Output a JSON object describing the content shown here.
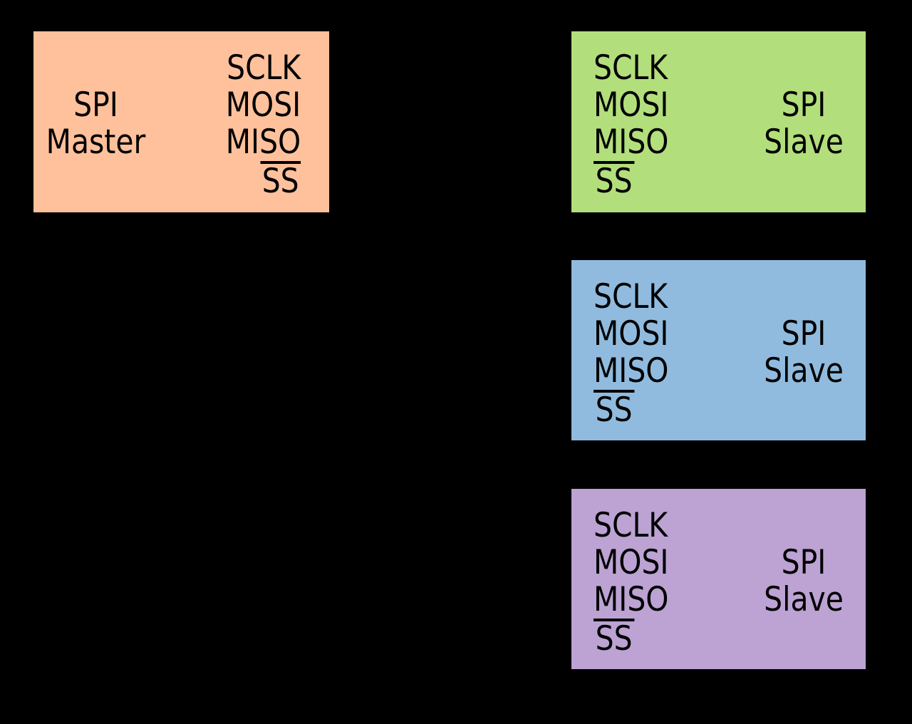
{
  "diagram": {
    "background": "#000000",
    "text_color": "#000000",
    "master": {
      "fill": "#FFC19B",
      "title_line1": "SPI",
      "title_line2": "Master",
      "pins": [
        "SCLK",
        "MOSI",
        "MISO",
        "SS"
      ],
      "overlined_pin": "SS"
    },
    "slaves": [
      {
        "fill": "#B3DE7C",
        "title_line1": "SPI",
        "title_line2": "Slave",
        "pins": [
          "SCLK",
          "MOSI",
          "MISO",
          "SS"
        ],
        "overlined_pin": "SS"
      },
      {
        "fill": "#90BBDE",
        "title_line1": "SPI",
        "title_line2": "Slave",
        "pins": [
          "SCLK",
          "MOSI",
          "MISO",
          "SS"
        ],
        "overlined_pin": "SS"
      },
      {
        "fill": "#BCA3D3",
        "title_line1": "SPI",
        "title_line2": "Slave",
        "pins": [
          "SCLK",
          "MOSI",
          "MISO",
          "SS"
        ],
        "overlined_pin": "SS"
      }
    ]
  }
}
